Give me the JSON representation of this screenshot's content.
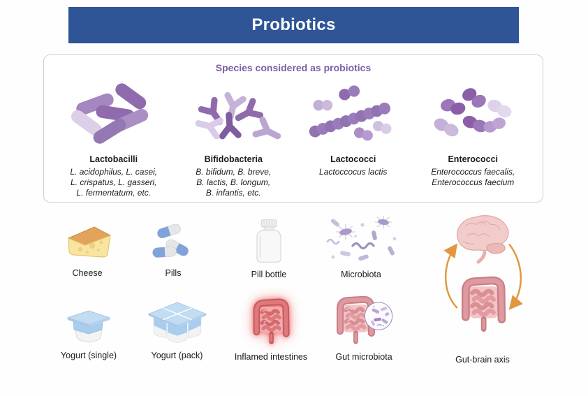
{
  "header": {
    "title": "Probiotics"
  },
  "species_panel": {
    "title": "Species considered as probiotics",
    "groups": [
      {
        "name": "Lactobacilli",
        "species": "L. acidophilus, L. casei,\nL. crispatus, L. gasseri,\nL. fermentatum, etc.",
        "icon": "lactobacilli-rods-icon"
      },
      {
        "name": "Bifidobacteria",
        "species": "B. bifidum, B. breve,\nB. lactis, B. longum,\nB. infantis, etc.",
        "icon": "bifidobacteria-branched-icon"
      },
      {
        "name": "Lactococci",
        "species": "Lactoccocus lactis",
        "icon": "lactococci-chain-icon"
      },
      {
        "name": "Enterococci",
        "species": "Enterococcus faecalis,\nEnterococcus faecium",
        "icon": "enterococci-pairs-icon"
      }
    ]
  },
  "icon_grid": {
    "row1": [
      {
        "label": "Cheese",
        "icon": "cheese-icon"
      },
      {
        "label": "Pills",
        "icon": "pills-icon"
      },
      {
        "label": "Pill bottle",
        "icon": "pill-bottle-icon"
      },
      {
        "label": "Microbiota",
        "icon": "microbiota-icon"
      }
    ],
    "row2": [
      {
        "label": "Yogurt (single)",
        "icon": "yogurt-single-icon"
      },
      {
        "label": "Yogurt (pack)",
        "icon": "yogurt-pack-icon"
      },
      {
        "label": "Inflamed intestines",
        "icon": "inflamed-intestines-icon"
      },
      {
        "label": "Gut microbiota",
        "icon": "gut-microbiota-icon"
      }
    ],
    "gut_brain": {
      "label": "Gut-brain axis",
      "icon": "gut-brain-axis-icon"
    }
  },
  "colors": {
    "header_bg": "#2F5597",
    "header_text": "#FFFFFF",
    "species_title": "#7B5EA7",
    "bacteria_purple_dark": "#8A5FA8",
    "bacteria_purple": "#9B7CBA",
    "bacteria_purple_light": "#CFC0E0",
    "arrow_orange": "#E2973F",
    "intestine_pink": "#DE9AA0",
    "inflamed_red": "#C8575B",
    "pill_blue": "#7FA3DB",
    "yogurt_blue": "#A9CDEC",
    "cheese_yellow": "#F8E59F",
    "brain_pink": "#F2CCCA"
  }
}
